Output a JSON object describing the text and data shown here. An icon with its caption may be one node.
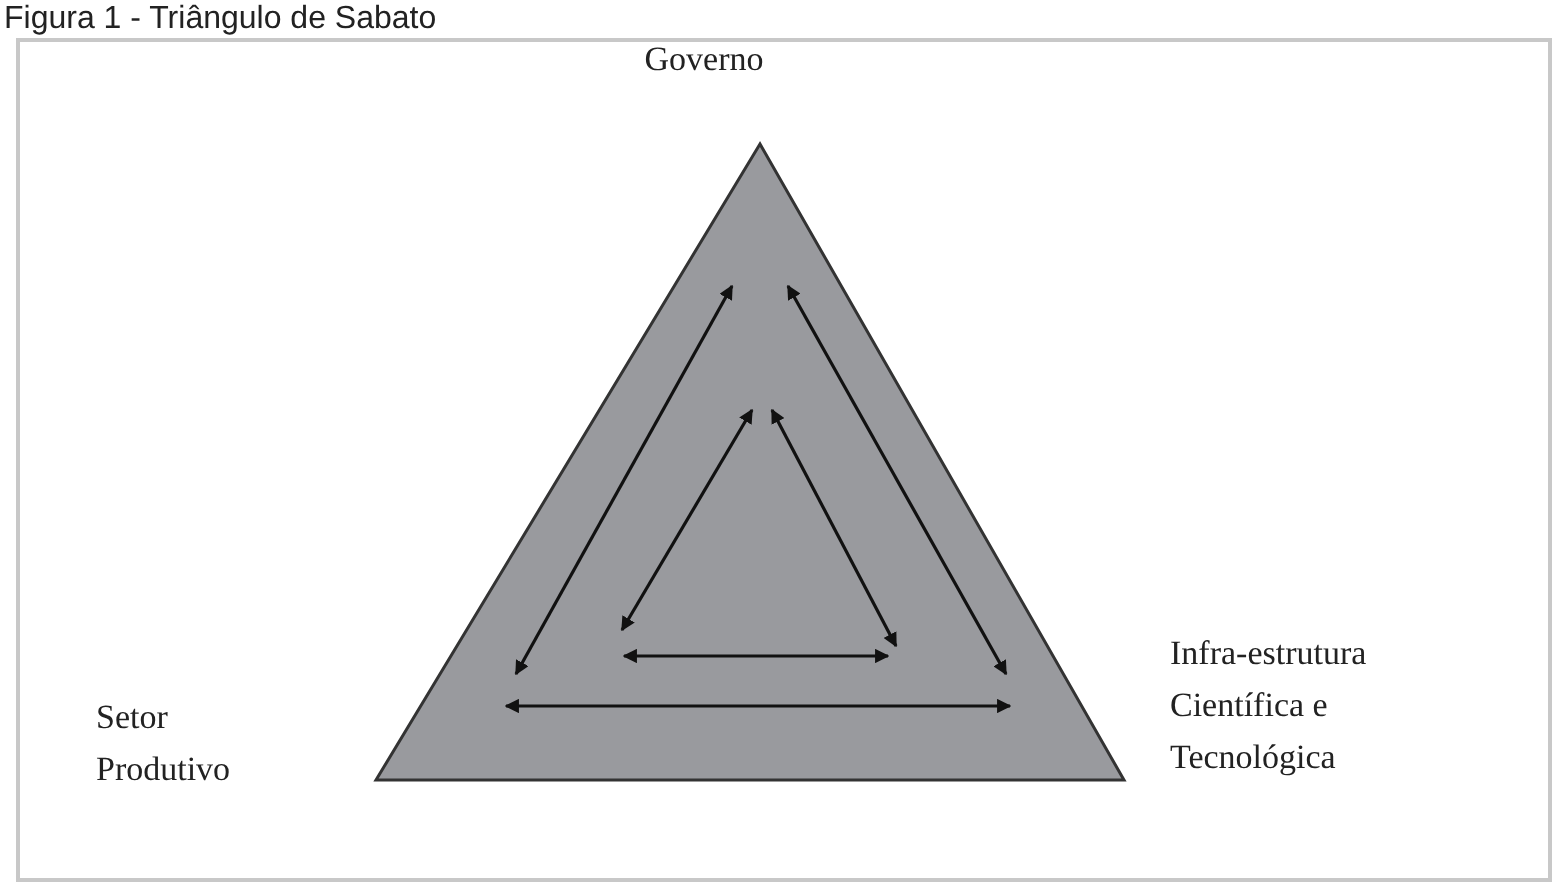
{
  "diagram": {
    "title": "Figura 1 - Triângulo de Sabato",
    "labels": [
      "Governo",
      "Setor Produtivo",
      "Infra-estrutura Científica e Tecnológica"
    ]
  }
}
